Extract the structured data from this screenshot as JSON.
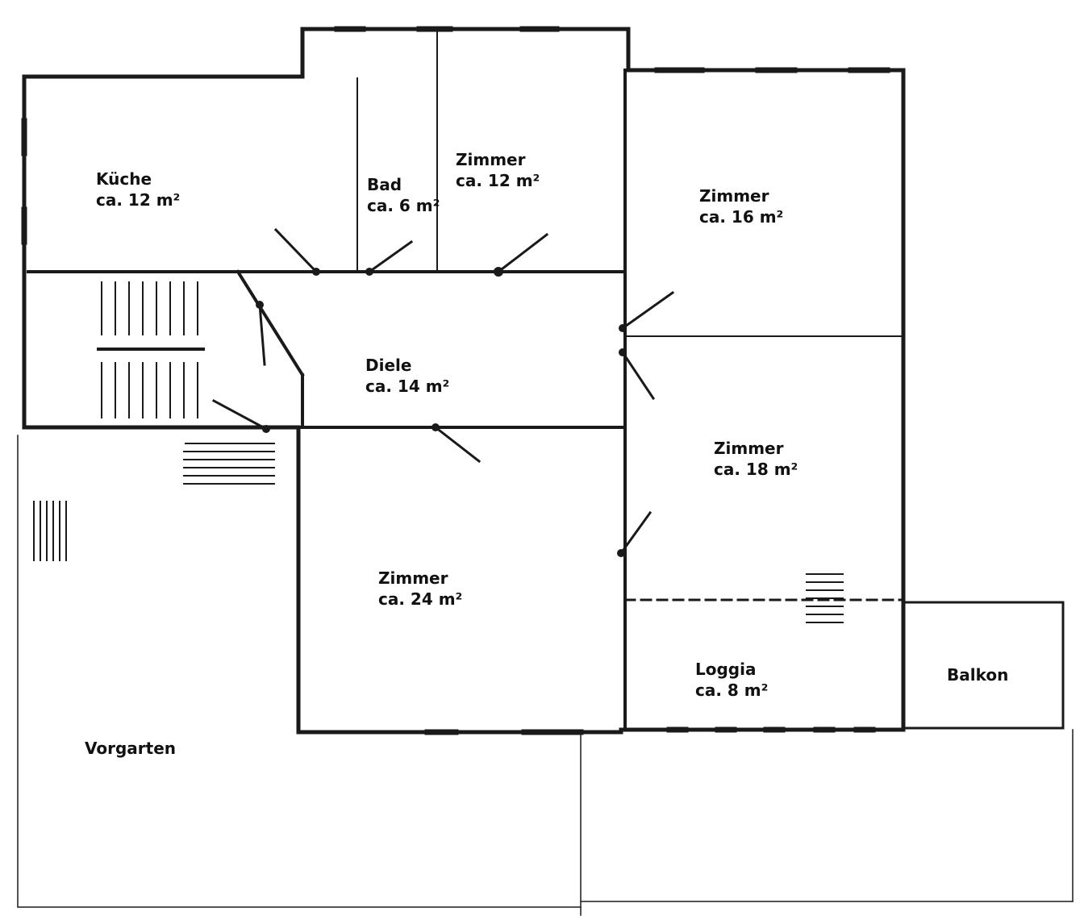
{
  "colors": {
    "wall": "#1a1a1a",
    "background": "#ffffff"
  },
  "rooms": {
    "kueche": {
      "name": "Küche",
      "area": "ca. 12 m²"
    },
    "bad": {
      "name": "Bad",
      "area": "ca. 6 m²"
    },
    "zimmer_a": {
      "name": "Zimmer",
      "area": "ca. 12 m²"
    },
    "zimmer_b": {
      "name": "Zimmer",
      "area": "ca. 16 m²"
    },
    "diele": {
      "name": "Diele",
      "area": "ca. 14 m²"
    },
    "zimmer_c": {
      "name": "Zimmer",
      "area": "ca. 18 m²"
    },
    "zimmer_d": {
      "name": "Zimmer",
      "area": "ca. 24 m²"
    },
    "loggia": {
      "name": "Loggia",
      "area": "ca. 8 m²"
    },
    "balkon": {
      "name": "Balkon"
    },
    "vorgarten": {
      "name": "Vorgarten"
    }
  }
}
